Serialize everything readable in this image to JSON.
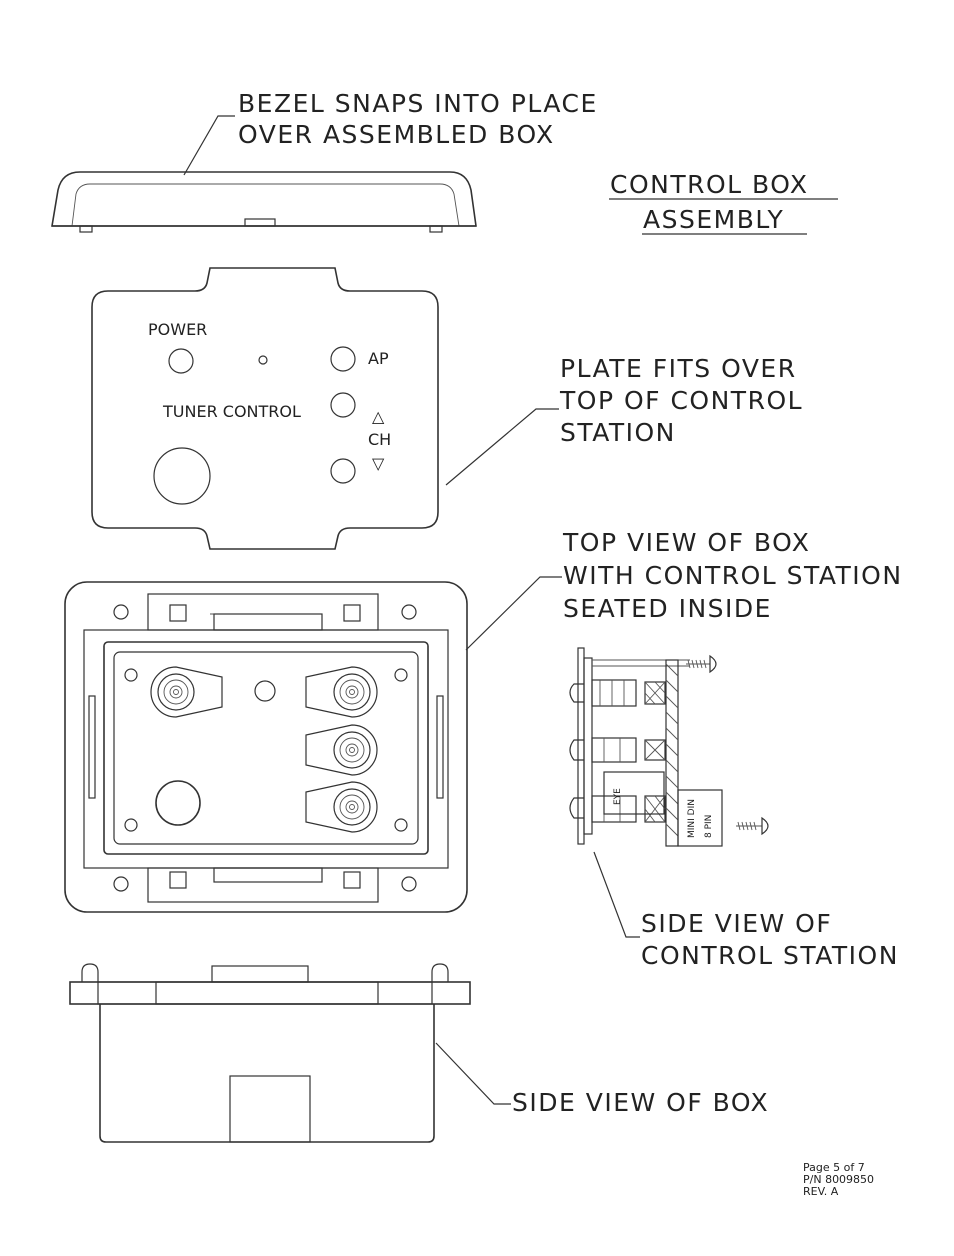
{
  "title": {
    "line1": "CONTROL BOX",
    "line2": "ASSEMBLY"
  },
  "callouts": {
    "bezel": {
      "line1": "BEZEL SNAPS INTO PLACE",
      "line2": "OVER ASSEMBLED BOX"
    },
    "plate": {
      "line1": "PLATE FITS OVER",
      "line2": "TOP OF CONTROL",
      "line3": "STATION"
    },
    "top_view": {
      "line1": "TOP VIEW OF BOX",
      "line2": "WITH CONTROL STATION",
      "line3": "SEATED INSIDE"
    },
    "station_side": {
      "line1": "SIDE VIEW OF",
      "line2": "CONTROL STATION"
    },
    "box_side": {
      "line1": "SIDE VIEW OF BOX"
    }
  },
  "plate_labels": {
    "power": "POWER",
    "ap": "AP",
    "tuner_control": "TUNER CONTROL",
    "ch": "CH",
    "up_arrow": "△",
    "down_arrow": "▽"
  },
  "side_station_labels": {
    "eye": "EYE",
    "mini_din": "MINI DIN",
    "pin": "8 PIN"
  },
  "footer": {
    "page": "Page 5 of 7",
    "part_number": "P/N 8009850",
    "revision": "REV. A"
  }
}
